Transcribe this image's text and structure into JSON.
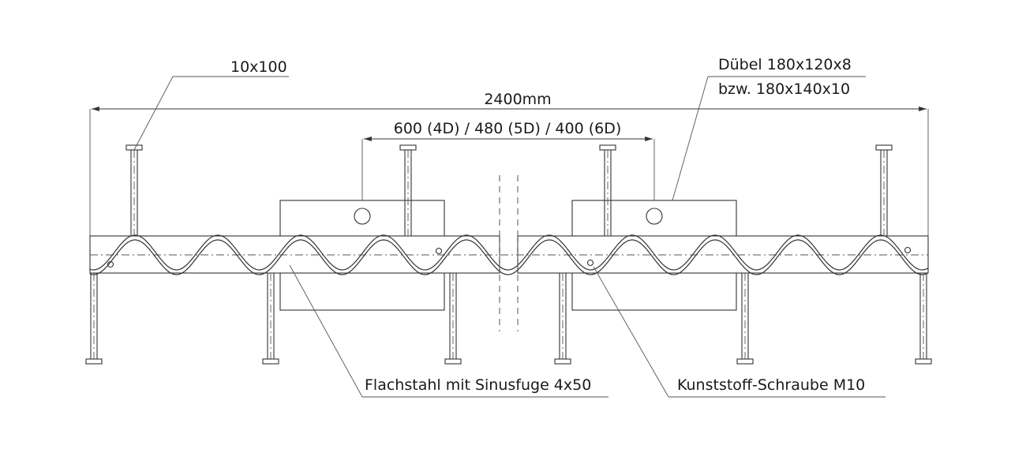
{
  "labels": {
    "total_length": "2400mm",
    "spacing": "600 (4D) / 480 (5D) / 400 (6D)",
    "anchor": "10x100",
    "dowel_line1": "Dübel 180x120x8",
    "dowel_line2": "bzw. 180x140x10",
    "flat_steel": "Flachstahl mit Sinusfuge 4x50",
    "screw": "Kunststoff-Schraube M10"
  }
}
